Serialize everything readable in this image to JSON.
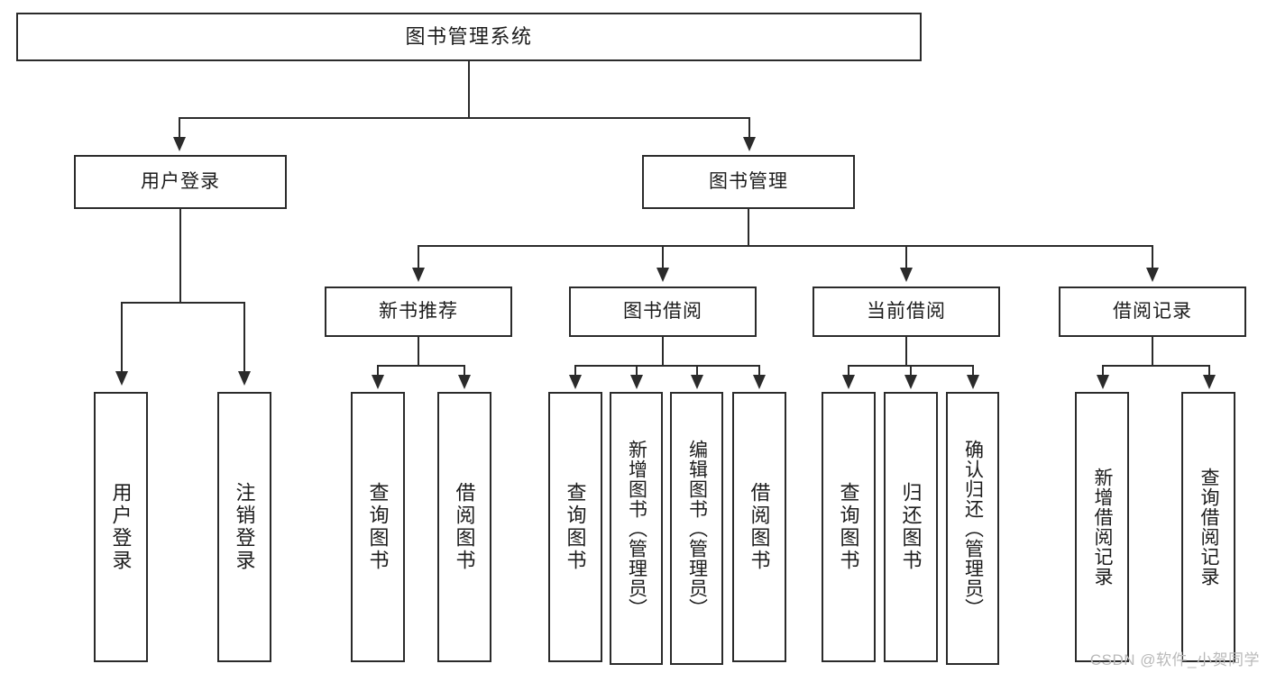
{
  "diagram": {
    "title": "图书管理系统",
    "type": "tree-hierarchy-diagram",
    "watermark": "CSDN @软件_小贺同学",
    "colors": {
      "stroke": "#2b2b2b",
      "fill": "#ffffff",
      "text": "#1c1c1c",
      "watermark": "#b9b9b9"
    },
    "nodes": {
      "root": {
        "label": "图书管理系统"
      },
      "level1": [
        {
          "label": "用户登录"
        },
        {
          "label": "图书管理"
        }
      ],
      "level2": [
        {
          "label": "新书推荐"
        },
        {
          "label": "图书借阅"
        },
        {
          "label": "当前借阅"
        },
        {
          "label": "借阅记录"
        }
      ],
      "leaves": {
        "user_login": [
          {
            "label": "用户登录"
          },
          {
            "label": "注销登录"
          }
        ],
        "new_book_recommend": [
          {
            "label": "查询图书"
          },
          {
            "label": "借阅图书"
          }
        ],
        "book_borrow": [
          {
            "label": "查询图书"
          },
          {
            "label": "新增图书（管理员）"
          },
          {
            "label": "编辑图书（管理员）"
          },
          {
            "label": "借阅图书"
          }
        ],
        "current_borrow": [
          {
            "label": "查询图书"
          },
          {
            "label": "归还图书"
          },
          {
            "label": "确认归还（管理员）"
          }
        ],
        "borrow_record": [
          {
            "label": "新增借阅记录"
          },
          {
            "label": "查询借阅记录"
          }
        ]
      }
    }
  }
}
